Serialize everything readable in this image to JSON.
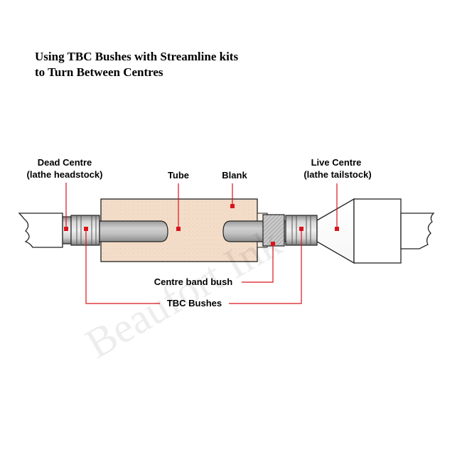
{
  "title_line1": "Using TBC Bushes with Streamline kits",
  "title_line2": "to Turn Between Centres",
  "labels": {
    "dead_centre_1": "Dead Centre",
    "dead_centre_2": "(lathe headstock)",
    "tube": "Tube",
    "blank": "Blank",
    "live_centre_1": "Live Centre",
    "live_centre_2": "(lathe tailstock)",
    "centre_band_bush": "Centre band bush",
    "tbc_bushes": "TBC Bushes"
  },
  "watermark": "Beaufort Ink",
  "colors": {
    "leader": "#d9141c",
    "marker": "#d9141c",
    "wood": "#f3ddc9",
    "steel_light": "#ececec",
    "steel_mid": "#bdbdbd",
    "steel_dark": "#8e8e8e",
    "outline": "#222222"
  }
}
